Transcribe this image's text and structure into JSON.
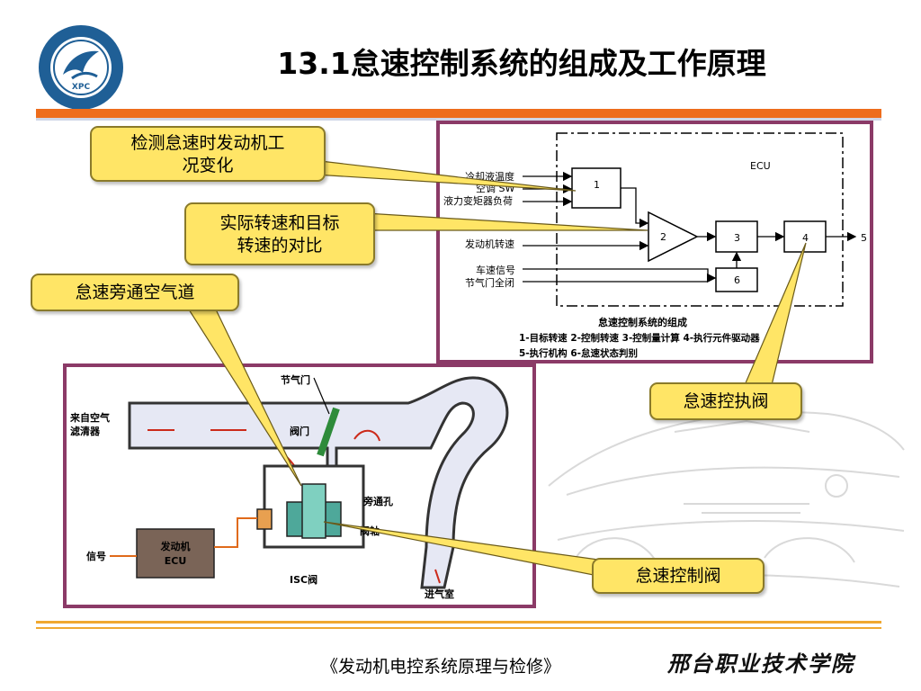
{
  "title": "13.1怠速控制系统的组成及工作原理",
  "logo": {
    "icon": "college-logo-icon",
    "text": "XPC"
  },
  "callouts": {
    "c1_line1": "检测怠速时发动机工",
    "c1_line2": "况变化",
    "c2_line1": "实际转速和目标",
    "c2_line2": "转速的对比",
    "c3": "怠速旁通空气道",
    "c4": "怠速控执阀",
    "c5": "怠速控制阀"
  },
  "ecu_diagram": {
    "ecu_label": "ECU",
    "inputs": {
      "coolant_temp": "冷却液温度",
      "ac_sw": "空调 SW",
      "torque_converter_load": "液力变矩器负荷",
      "engine_speed": "发动机转速",
      "vehicle_speed": "车速信号",
      "throttle_closed": "节气门全闭"
    },
    "blocks": {
      "b1": "1",
      "b2": "2",
      "b3": "3",
      "b4": "4",
      "b5": "5",
      "b6": "6"
    },
    "caption_title": "怠速控制系统的组成",
    "caption_row1": "1-目标转速   2-控制转速   3-控制量计算  4-执行元件驱动器",
    "caption_row2": "5-执行机构   6-怠速状态判别"
  },
  "engine_diagram": {
    "throttle": "节气门",
    "from_air_filter_1": "来自空气",
    "from_air_filter_2": "滤清器",
    "valve": "阀门",
    "bypass_hole": "旁通孔",
    "valve_shaft": "阀轴",
    "signal": "信号",
    "ecu_line1": "发动机",
    "ecu_line2": "ECU",
    "isc_valve": "ISC阀",
    "intake_chamber": "进气室"
  },
  "footer": {
    "book": "《发动机电控系统原理与检修》",
    "school": "邢台职业技术学院"
  },
  "colors": {
    "accent_orange": "#ee6d1c",
    "panel_border": "#8b3a67",
    "callout_fill": "#ffe566",
    "footer_line": "#f0a830"
  }
}
